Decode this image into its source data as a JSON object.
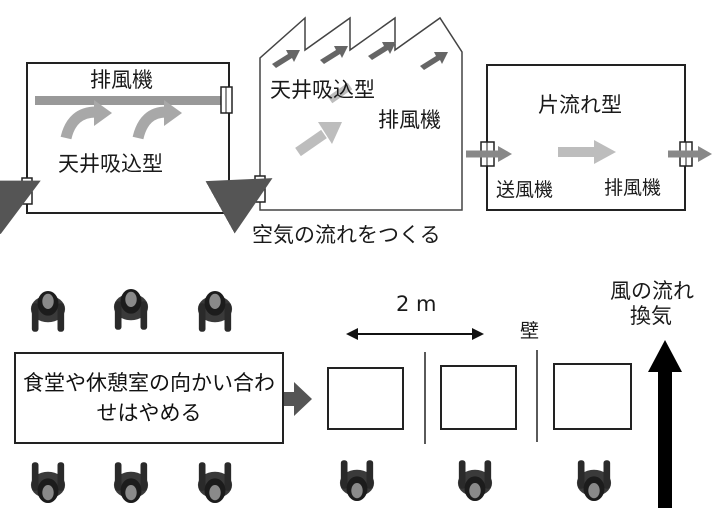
{
  "top_panel": {
    "room1": {
      "fan_label": "排風機",
      "type_label": "天井吸込型"
    },
    "room2": {
      "type_label": "天井吸込型",
      "fan_label": "排風機"
    },
    "room3": {
      "type_label": "片流れ型",
      "supply_fan_label": "送風機",
      "exhaust_fan_label": "排風機"
    },
    "caption": "空気の流れをつくる"
  },
  "bottom_panel": {
    "note": "食堂や休憩室の向かい合わせはやめる",
    "distance_label": "2 m",
    "wall_label": "壁",
    "airflow_label_line1": "風の流れ",
    "airflow_label_line2": "換気"
  },
  "colors": {
    "arrow_gray": "#9a9a9a",
    "dark_arrow": "#555555",
    "line": "#222222",
    "person": "#2a2a2a"
  }
}
